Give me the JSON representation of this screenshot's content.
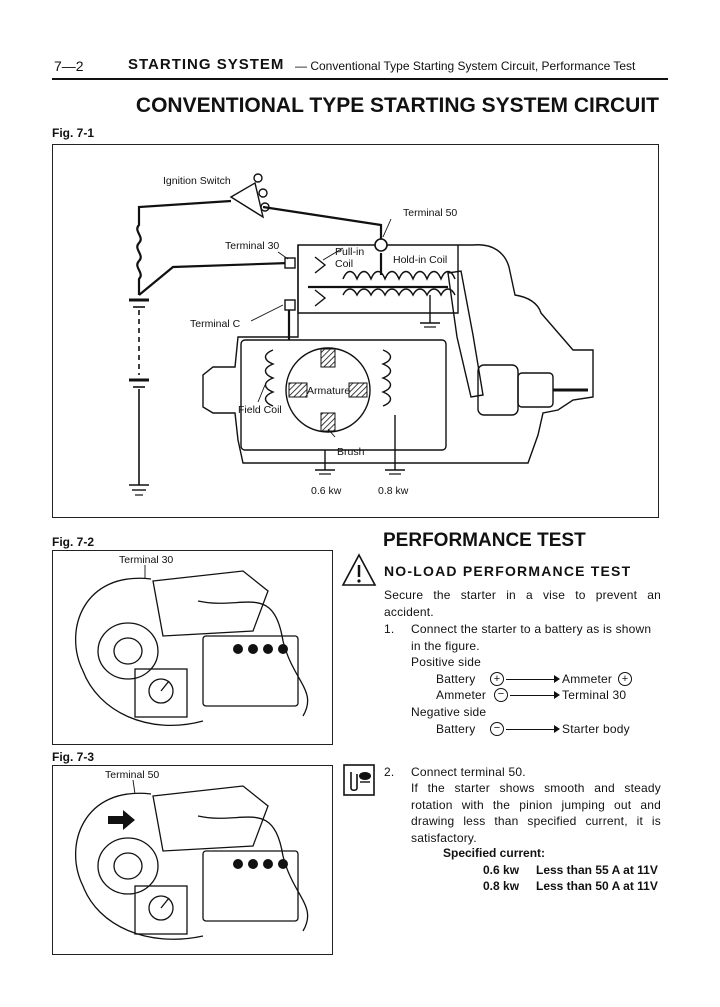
{
  "header": {
    "page_number": "7—2",
    "section": "STARTING SYSTEM",
    "subtitle": "— Conventional Type Starting System Circuit, Performance Test"
  },
  "main_title": "CONVENTIONAL TYPE STARTING SYSTEM CIRCUIT",
  "fig1": {
    "label": "Fig. 7-1",
    "labels": {
      "ignition_switch": "Ignition Switch",
      "terminal_50": "Terminal 50",
      "terminal_30": "Terminal 30",
      "pull_in_1": "Pull-in",
      "pull_in_2": "Coil",
      "hold_in": "Hold-in Coil",
      "terminal_c": "Terminal C",
      "armature": "Armature",
      "field_coil": "Field Coil",
      "brush": "Brush",
      "kw_06": "0.6 kw",
      "kw_08": "0.8 kw"
    }
  },
  "fig2": {
    "label": "Fig. 7-2",
    "callout": "Terminal 30"
  },
  "fig3": {
    "label": "Fig. 7-3",
    "callout": "Terminal 50"
  },
  "performance": {
    "title": "PERFORMANCE TEST",
    "subtitle": "NO-LOAD PERFORMANCE TEST",
    "intro": "Secure the starter in a vise to prevent an accident.",
    "step1_num": "1.",
    "step1_text": "Connect the starter to a battery as is shown in the figure.",
    "positive_side": "Positive side",
    "pos_conn_1_from": "Battery",
    "pos_conn_1_to": "Ammeter",
    "pos_conn_2_from": "Ammeter",
    "pos_conn_2_to": "Terminal 30",
    "negative_side": "Negative side",
    "neg_conn_from": "Battery",
    "neg_conn_to": "Starter body",
    "step2_num": "2.",
    "step2_title": "Connect terminal 50.",
    "step2_text": "If the starter shows smooth and steady rotation with the pinion jumping out and drawing less than specified current, it is satisfactory.",
    "specified_label": "Specified current:",
    "spec1_kw": "0.6 kw",
    "spec1_value": "Less than 55 A at 11V",
    "spec2_kw": "0.8 kw",
    "spec2_value": "Less than 50 A at 11V"
  }
}
